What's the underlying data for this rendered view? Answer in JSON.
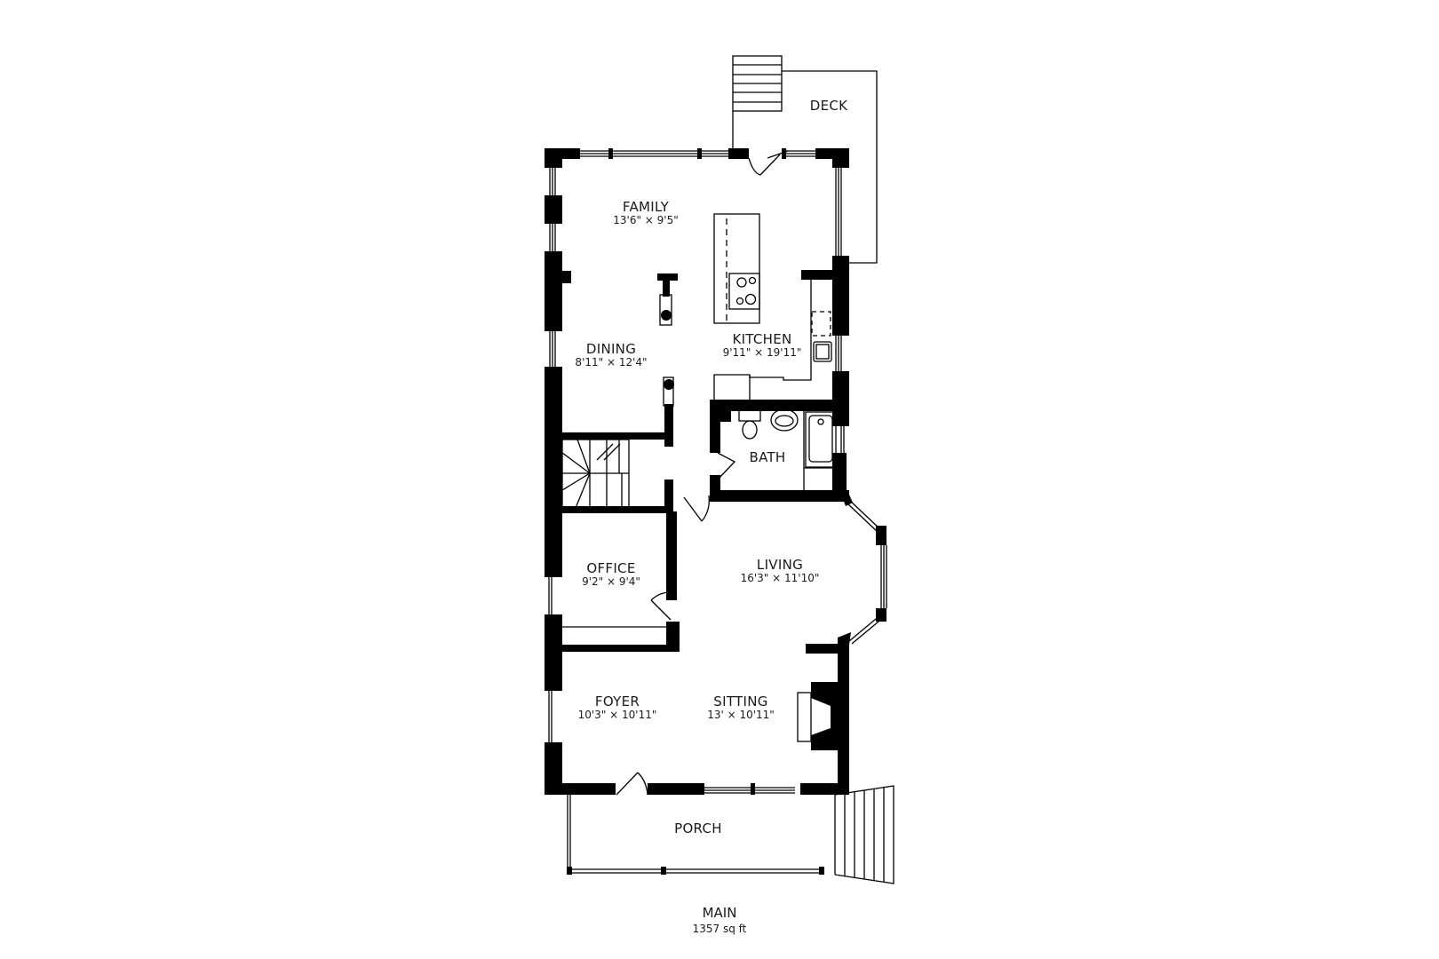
{
  "floor": {
    "name": "MAIN",
    "area": "1357 sq ft"
  },
  "rooms": [
    {
      "id": "deck",
      "name": "DECK",
      "dims": ""
    },
    {
      "id": "family",
      "name": "FAMILY",
      "dims": "13'6\" × 9'5\""
    },
    {
      "id": "dining",
      "name": "DINING",
      "dims": "8'11\" × 12'4\""
    },
    {
      "id": "kitchen",
      "name": "KITCHEN",
      "dims": "9'11\" × 19'11\""
    },
    {
      "id": "bath",
      "name": "BATH",
      "dims": ""
    },
    {
      "id": "office",
      "name": "OFFICE",
      "dims": "9'2\" × 9'4\""
    },
    {
      "id": "living",
      "name": "LIVING",
      "dims": "16'3\" × 11'10\""
    },
    {
      "id": "foyer",
      "name": "FOYER",
      "dims": "10'3\" × 10'11\""
    },
    {
      "id": "sitting",
      "name": "SITTING",
      "dims": "13' × 10'11\""
    },
    {
      "id": "porch",
      "name": "PORCH",
      "dims": ""
    }
  ],
  "colors": {
    "wall": "#000000",
    "line": "#1a1a1a",
    "background": "#ffffff"
  }
}
